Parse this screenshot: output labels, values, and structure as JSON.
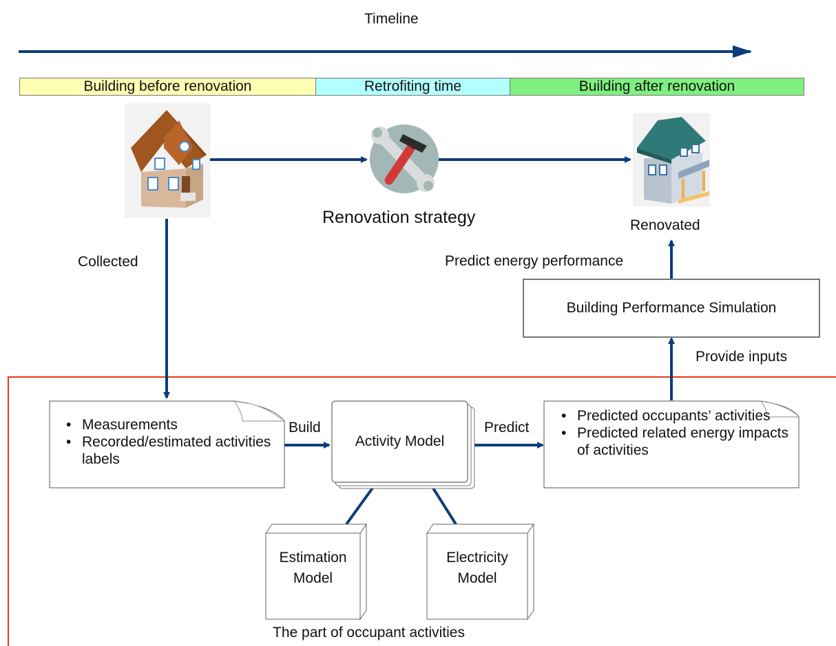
{
  "timeline": {
    "title": "Timeline",
    "phases": [
      {
        "label": "Building before renovation",
        "color": "#ffffb3"
      },
      {
        "label": "Retrofiting time",
        "color": "#b3ffff"
      },
      {
        "label": "Building after renovation",
        "color": "#7ff07f"
      }
    ]
  },
  "icons": {
    "house_before": "house-icon",
    "tools": "wrench-hammer-icon",
    "house_after": "renovated-house-icon"
  },
  "labels": {
    "renovation_strategy": "Renovation strategy",
    "renovated": "Renovated",
    "collected": "Collected",
    "predict_energy": "Predict energy performance",
    "provide_inputs": "Provide inputs",
    "build": "Build",
    "predict": "Predict",
    "section_caption": "The part of occupant activities"
  },
  "nodes": {
    "bps": "Building Performance Simulation",
    "activity_model": "Activity Model",
    "estimation_model": "Estimation\nModel",
    "electricity_model": "Electricity\nModel",
    "inputs": [
      "Measurements",
      "Recorded/estimated activities labels"
    ],
    "outputs": [
      "Predicted occupants’ activities",
      "Predicted related energy impacts of activities"
    ]
  },
  "colors": {
    "arrow": "#0d3c7a",
    "section_border": "#e8381a"
  }
}
